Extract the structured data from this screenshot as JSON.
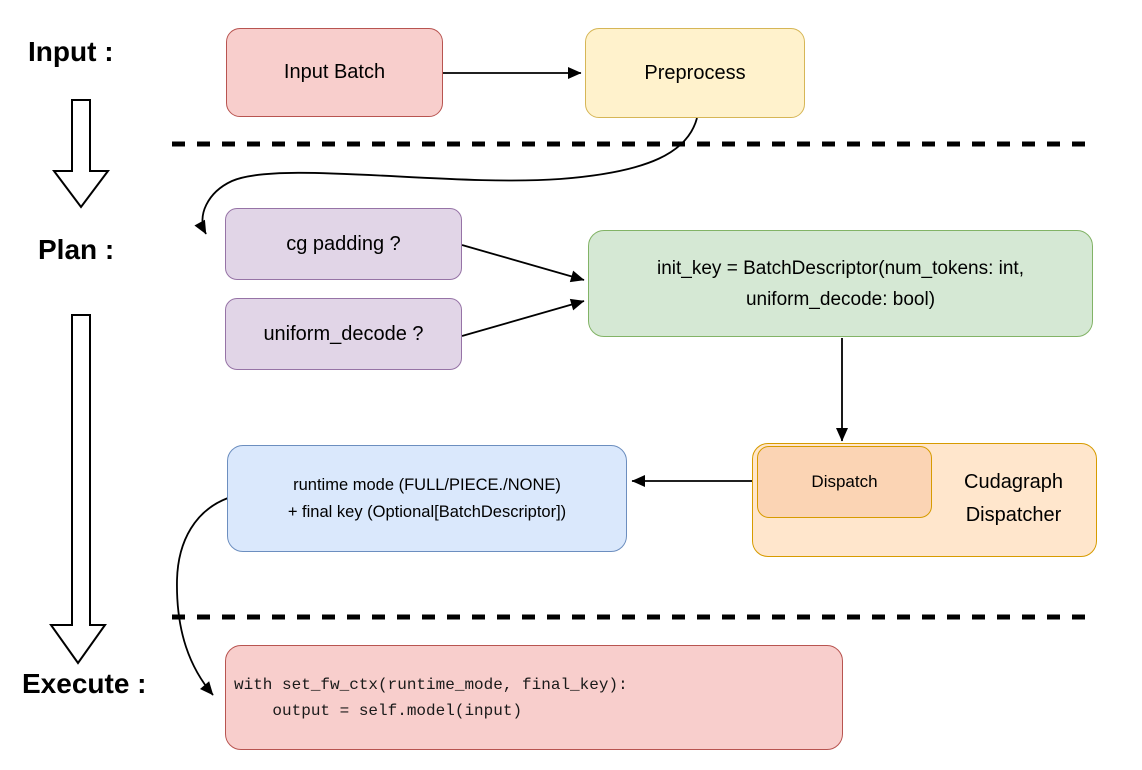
{
  "diagram": {
    "title_context": "Cudagraph dispatch flow diagram",
    "stages": {
      "input_label": "Input :",
      "plan_label": "Plan :",
      "execute_label": "Execute :"
    },
    "nodes": {
      "input_batch": {
        "label": "Input Batch"
      },
      "preprocess": {
        "label": "Preprocess"
      },
      "cg_padding": {
        "label": "cg padding ?"
      },
      "uniform_decode": {
        "label": "uniform_decode ?"
      },
      "init_key": {
        "line1": "init_key = BatchDescriptor(num_tokens: int,",
        "line2": "uniform_decode: bool)"
      },
      "runtime_mode": {
        "line1": "runtime mode (FULL/PIECE./NONE)",
        "line2": "+ final key (Optional[BatchDescriptor])"
      },
      "dispatch": {
        "label": "Dispatch"
      },
      "cudagraph_dispatcher": {
        "line1": "Cudagraph",
        "line2": "Dispatcher"
      },
      "execute_code": {
        "line1": "with set_fw_ctx(runtime_mode, final_key):",
        "line2": "    output = self.model(input)"
      }
    },
    "icons": {
      "down_arrow_input": "hollow-down-arrow",
      "down_arrow_plan_execute": "hollow-down-arrow"
    },
    "colors": {
      "red_fill": "#f8cecc",
      "red_stroke": "#b85450",
      "yellow_fill": "#fff2cc",
      "yellow_stroke": "#d6b656",
      "purple_fill": "#e1d5e7",
      "purple_stroke": "#9673a6",
      "green_fill": "#d5e8d4",
      "green_stroke": "#82b366",
      "blue_fill": "#dae8fc",
      "blue_stroke": "#6c8ebf",
      "orange_outer_fill": "#ffe6cc",
      "orange_inner_fill": "#fbd4b4",
      "orange_stroke": "#d79b00",
      "connector": "#000000",
      "background": "#ffffff"
    }
  }
}
